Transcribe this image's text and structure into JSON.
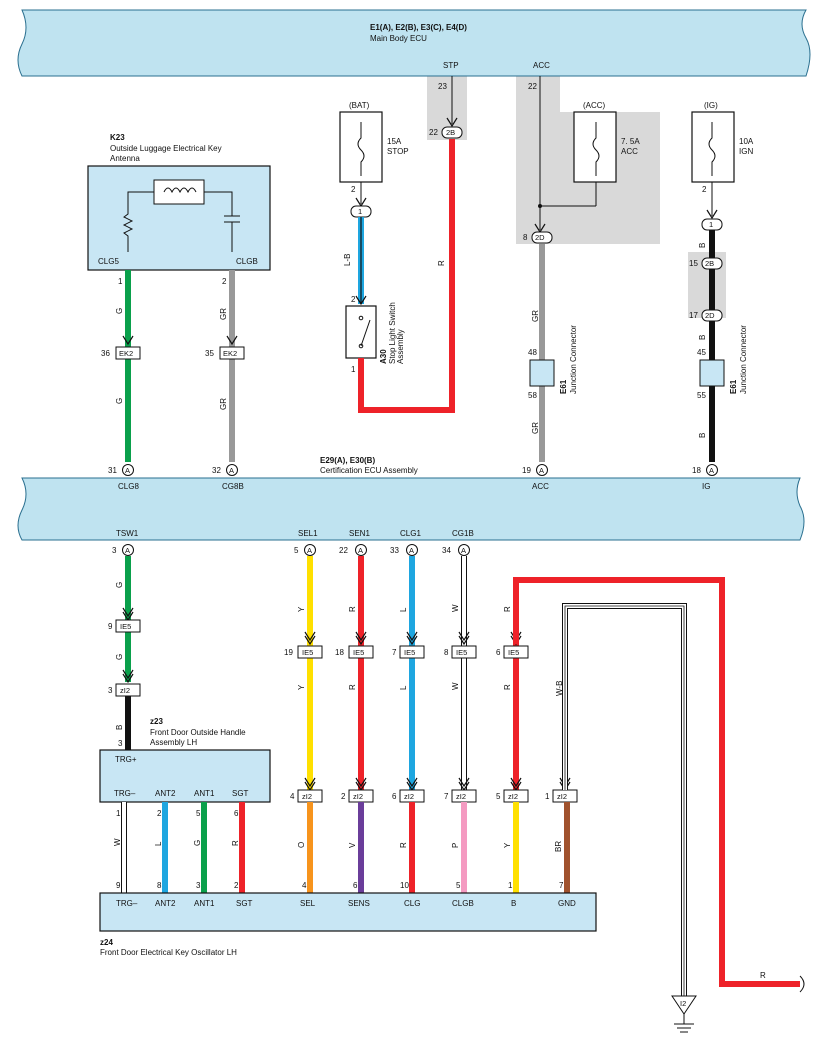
{
  "colors": {
    "ecu_fill": "#bfe3f0",
    "shade": "#d9d9d9",
    "wire_red": "#ee2229",
    "wire_green": "#0aa04b",
    "wire_gray": "#999999",
    "wire_blue": "#1ea6e0",
    "wire_yellow": "#ffe000",
    "wire_black": "#111111",
    "wire_orange": "#f7941d",
    "wire_violet": "#6a3d9a",
    "wire_pink": "#f49ac1",
    "wire_brown": "#a0522d",
    "connector_fill": "#c8e6f4"
  },
  "main_body_ecu": {
    "title": "E1(A), E2(B), E3(C), E4(D)",
    "subtitle": "Main Body ECU",
    "pin_stp_label": "STP",
    "pin_acc_label": "ACC",
    "pin_23": "23",
    "pin_22": "22"
  },
  "k23": {
    "code": "K23",
    "name_line1": "Outside Luggage Electrical Key",
    "name_line2": "Antenna",
    "pin_left_label": "CLG5",
    "pin_right_label": "CLGB",
    "pin_left_num": "1",
    "pin_right_num": "2",
    "wire_left_color": "G",
    "wire_right_color": "GR",
    "ek2_left_pin": "36",
    "ek2_right_pin": "35",
    "ek2_label": "EK2",
    "wire_left_color_lower": "G",
    "wire_right_color_lower": "GR"
  },
  "stop_fuse": {
    "source": "(BAT)",
    "rating": "15A",
    "name": "STOP",
    "pin_out": "2",
    "conn_pin": "1",
    "wire_color": "L-B",
    "switch_pin_top": "2",
    "switch_pin_bottom": "1",
    "switch_code": "A30",
    "switch_name_line1": "Stop Light Switch",
    "switch_name_line2": "Assembly",
    "conn_2b_pin": "22",
    "conn_2b_label": "2B",
    "red_wire_color": "R"
  },
  "acc_fuse": {
    "source": "(ACC)",
    "rating": "7. 5A",
    "name": "ACC",
    "conn_2d_pin": "8",
    "conn_2d_label": "2D",
    "wire_color_1": "GR",
    "jc_pin_top": "48",
    "jc_pin_bottom": "58",
    "jc_code": "E61",
    "jc_name": "Junction Connector",
    "wire_color_2": "GR"
  },
  "ig_fuse": {
    "source": "(IG)",
    "rating": "10A",
    "name": "IGN",
    "pin_out": "2",
    "conn_pin": "1",
    "wire_color_1": "B",
    "conn_2b_pin": "15",
    "conn_2b_label": "2B",
    "conn_2d_pin": "17",
    "conn_2d_label": "2D",
    "jc_pin_top": "45",
    "jc_pin_bottom": "55",
    "jc_code": "E61",
    "jc_name": "Junction Connector",
    "wire_color_2": "B",
    "wire_color_3": "B"
  },
  "cert_ecu": {
    "title": "E29(A), E30(B)",
    "subtitle": "Certification ECU Assembly",
    "top_pins": [
      {
        "num": "31",
        "conn": "A",
        "label": "CLG8"
      },
      {
        "num": "32",
        "conn": "A",
        "label": "CG8B"
      },
      {
        "num": "19",
        "conn": "A",
        "label": "ACC"
      },
      {
        "num": "18",
        "conn": "A",
        "label": "IG"
      }
    ],
    "bottom_pins": [
      {
        "label": "TSW1",
        "num": "3",
        "conn": "A"
      },
      {
        "label": "SEL1",
        "num": "5",
        "conn": "A"
      },
      {
        "label": "SEN1",
        "num": "22",
        "conn": "A"
      },
      {
        "label": "CLG1",
        "num": "33",
        "conn": "A"
      },
      {
        "label": "CG1B",
        "num": "34",
        "conn": "A"
      }
    ]
  },
  "lower_wires": {
    "tsw": {
      "color1": "G",
      "ie5_pin": "9",
      "ie5_label": "IE5",
      "color2": "G",
      "zi2_pin": "3",
      "zi2_label": "zI2",
      "color3": "B",
      "z23_pin": "3"
    },
    "sel": {
      "color1": "Y",
      "ie5_pin": "19",
      "color2": "Y",
      "zi2_pin": "4",
      "color3": "O",
      "z24_pin": "4"
    },
    "sens": {
      "color1": "R",
      "ie5_pin": "18",
      "color2": "R",
      "zi2_pin": "2",
      "color3": "V",
      "z24_pin": "6"
    },
    "clg": {
      "color1": "L",
      "ie5_pin": "7",
      "color2": "L",
      "zi2_pin": "6",
      "color3": "R",
      "z24_pin": "10"
    },
    "clgb": {
      "color1": "W",
      "ie5_pin": "8",
      "color2": "W",
      "zi2_pin": "7",
      "color3": "P",
      "z24_pin": "5"
    },
    "b": {
      "color1": "R",
      "ie5_pin": "6",
      "color2": "R",
      "zi2_pin": "5",
      "color3": "Y",
      "z24_pin": "1"
    },
    "gnd": {
      "color1": "W-B",
      "zi2_pin": "1",
      "color3": "BR",
      "z24_pin": "7",
      "ground": "I2"
    },
    "ie5_label": "IE5",
    "zi2_label": "zI2",
    "red_right_color": "R"
  },
  "z23": {
    "code": "z23",
    "name_line1": "Front Door Outside Handle",
    "name_line2": "Assembly LH",
    "pin_trgp": "TRG+",
    "pins": [
      {
        "label": "TRG–",
        "num": "1",
        "color": "W",
        "z24_pin": "9"
      },
      {
        "label": "ANT2",
        "num": "2",
        "color": "L",
        "z24_pin": "8"
      },
      {
        "label": "ANT1",
        "num": "5",
        "color": "G",
        "z24_pin": "3"
      },
      {
        "label": "SGT",
        "num": "6",
        "color": "R",
        "z24_pin": "2"
      }
    ]
  },
  "z24": {
    "code": "z24",
    "name": "Front Door Electrical Key Oscillator LH",
    "labels": [
      "TRG–",
      "ANT2",
      "ANT1",
      "SGT",
      "SEL",
      "SENS",
      "CLG",
      "CLGB",
      "B",
      "GND"
    ]
  }
}
